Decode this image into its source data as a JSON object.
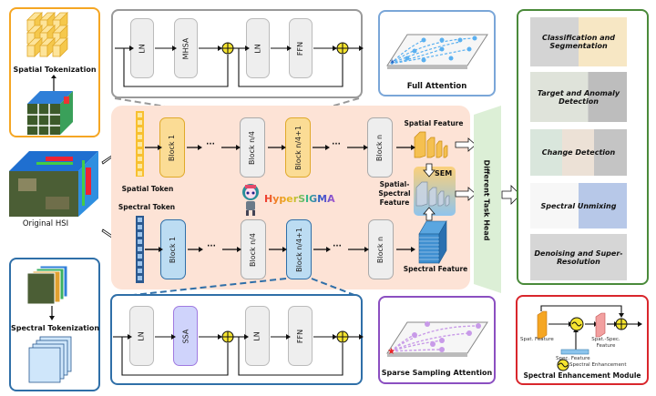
{
  "left": {
    "spatial_tokenization": "Spatial Tokenization",
    "original_hsi": "Original HSI",
    "spectral_tokenization": "Spectral Tokenization"
  },
  "top_block": {
    "ln1": "LN",
    "attn": "MHSA",
    "ln2": "LN",
    "ffn": "FFN"
  },
  "bottom_block": {
    "ln1": "LN",
    "attn": "SSA",
    "ln2": "LN",
    "ffn": "FFN"
  },
  "main": {
    "spatial_token": "Spatial Token",
    "spectral_token": "Spectral Token",
    "spatial_blocks": [
      "Block 1",
      "Block n/4",
      "Block n/4+1",
      "Block n"
    ],
    "spectral_blocks": [
      "Block 1",
      "Block n/4",
      "Block n/4+1",
      "Block n"
    ],
    "ellipsis": "···",
    "logo": "HyperSIGMA",
    "spatial_feature": "Spatial Feature",
    "spatial_spectral_feature": "Spatial-Spectral Feature",
    "sem": "SEM",
    "spectral_feature": "Spectral Feature",
    "task_head": "Different Task Head"
  },
  "attention": {
    "full": "Full Attention",
    "sparse": "Sparse Sampling Attention"
  },
  "tasks": [
    "Classification and Segmentation",
    "Target and Anomaly Detection",
    "Change Detection",
    "Spectral Unmixing",
    "Denoising and Super-Resolution"
  ],
  "sem_module": {
    "title": "Spectral Enhancement Module",
    "spat_feature": "Spat. Feature",
    "spat_spec_feature": "Spat.-Spec. Feature",
    "spec_feature": "Spec. Feature",
    "legend": "Spectral Enhancement"
  },
  "colors": {
    "orange": "#f5a623",
    "blue": "#2f6fa8",
    "green": "#4a8a3a",
    "red": "#d9262c",
    "purple": "#8b4fc1",
    "pink_bg": "#fde3d6",
    "spatial_block": "#fbdc95",
    "spectral_block": "#bcdcf2",
    "gray_block": "#eeeeee",
    "ssa_block": "#cfd3fb"
  }
}
